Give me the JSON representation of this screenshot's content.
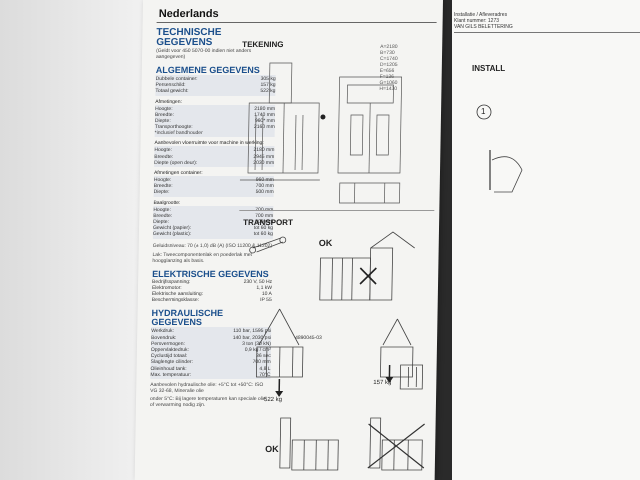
{
  "page": {
    "language": "Nederlands",
    "left_column": {
      "title": "TECHNISCHE GEGEVENS",
      "note": "(Geldt voor 450 5070-00 indien niet anders aangegeven)",
      "general": {
        "title": "ALGEMENE GEGEVENS",
        "rows": [
          {
            "label": "Dubbele container:",
            "value": "305 kg"
          },
          {
            "label": "Persenschild:",
            "value": "157 kg"
          },
          {
            "label": "Totaal gewicht:",
            "value": "522 kg"
          }
        ],
        "dimensions_title": "Afmetingen:",
        "dimensions": [
          {
            "label": "Hoogte:",
            "value": "2180 mm"
          },
          {
            "label": "Breedte:",
            "value": "1740 mm"
          },
          {
            "label": "Diepte:",
            "value": "960* mm"
          },
          {
            "label": "Transporthoogte:",
            "value": "2160 mm"
          }
        ],
        "dimensions_note": "*inclusief bandhouder",
        "space_title": "Aanbevolen vloerruimte voor machine in werking:",
        "space": [
          {
            "label": "Hoogte:",
            "value": "2180 mm"
          },
          {
            "label": "Breedte:",
            "value": "2945 mm"
          },
          {
            "label": "Diepte (open deur):",
            "value": "2030 mm"
          }
        ]
      },
      "container": {
        "title": "Afmetingen container:",
        "rows": [
          {
            "label": "Hoogte:",
            "value": "960 mm"
          },
          {
            "label": "Breedte:",
            "value": "700 mm"
          },
          {
            "label": "Diepte:",
            "value": "500 mm"
          }
        ],
        "bale_title": "Baalgrootte:",
        "bale": [
          {
            "label": "Hoogte:",
            "value": "700 mm"
          },
          {
            "label": "Breedte:",
            "value": "700 mm"
          },
          {
            "label": "Diepte:",
            "value": "500 mm"
          }
        ],
        "weights": [
          {
            "label": "Gewicht (papier):",
            "value": "tot 60 kg"
          },
          {
            "label": "Gewicht (plastic):",
            "value": "tot 60 kg"
          }
        ]
      },
      "noise": "Geluidsniveau: 70 (± 1,0) dB (A) (ISO 11200 & 11202)",
      "paint": "Lak: Tweecomponentenlak en poederlak met hoogglanzing als basis.",
      "electric": {
        "title": "ELEKTRISCHE GEGEVENS",
        "rows": [
          {
            "label": "Bedrijfsspanning:",
            "value": "230 V, 50 Hz"
          },
          {
            "label": "Elektromotor:",
            "value": "1,1 kW"
          },
          {
            "label": "Elektrische aansluiting:",
            "value": "10 A"
          },
          {
            "label": "Beschermingsklasse:",
            "value": "IP 55"
          }
        ]
      },
      "hydraulic": {
        "title": "HYDRAULISCHE GEGEVENS",
        "rows": [
          {
            "label": "Werkdruk:",
            "value": "110 bar, 1595 psi"
          },
          {
            "label": "Bovendruk:",
            "value": "140 bar, 2030 psi"
          },
          {
            "label": "Persvermogen:",
            "value": "3 ton (30 kN)"
          },
          {
            "label": "Oppervlaktedruk:",
            "value": "0,9 kg / cm²"
          },
          {
            "label": "Cyclustijd totaal:",
            "value": "36 sec"
          },
          {
            "label": "Slaglengte cilinder:",
            "value": "700 mm"
          },
          {
            "label": "Olieinhoud tank:",
            "value": "4,8 L"
          },
          {
            "label": "Max. temperatuur:",
            "value": "70°C"
          }
        ],
        "oil_note": "Aanbevolen hydraulische olie: +5°C tot +50°C: ISO VG 32-68, Mineralie olie",
        "cold_note": "onder 5°C: Bij lagere temperaturen kan speciale olie of verwarming nodig zijn."
      }
    },
    "drawing": {
      "title": "TEKENING",
      "dims": [
        "A=2180",
        "B=730",
        "C=1740",
        "D=1205",
        "E=656",
        "F=136",
        "G=1060",
        "H=1430"
      ]
    },
    "transport": {
      "title": "TRANSPORT",
      "ok_top": "OK",
      "part_number": "4890045-03",
      "weight_left": "522 kg",
      "weight_right": "157 kg",
      "ok_bottom": "OK"
    },
    "right_page": {
      "header_lines": [
        "Installatie / Afleveradres",
        "Klant nummer:",
        "VAN GILS BELETTERING"
      ],
      "header_suffix": "1273",
      "install_title": "INSTALL",
      "step": "1"
    }
  }
}
